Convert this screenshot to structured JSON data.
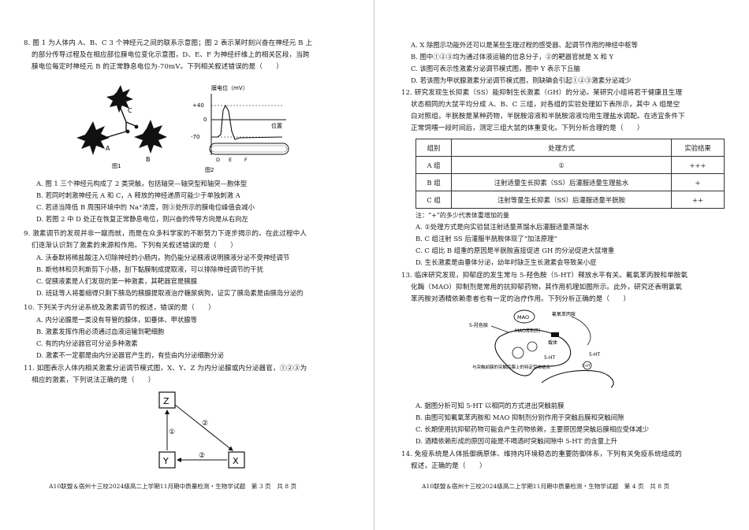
{
  "left": {
    "q8": {
      "stem": [
        "8. 图 1 为人体内 A、B、C 3 个神经元之间的联系示意图；图 2 表示某时刻兴奋在神经元 B 上",
        "的部分传导过程及在相应部位膜电位变化示意图，D、E、F 为神经纤维上的相关区段，当跨",
        "膜电位每定时神经元 B 的正常静息电位为-70mV。下列相关叙述错误的是（　　）"
      ],
      "fig1": {
        "labels": [
          "C",
          "A",
          "B"
        ],
        "caption": "图1"
      },
      "fig2": {
        "ylabel": "膜电位（mV）",
        "ticks": [
          "+40",
          "0",
          "-70"
        ],
        "pos_label": "位置",
        "regions": [
          "D",
          "E",
          "F"
        ],
        "caption": "图2"
      },
      "options": [
        "A. 图 1 三个神经元构成了 2 类突触，包括轴突—轴突型和轴突—胞体型",
        "B. 若同时刺激神经元 A 和 C，A 释放的神经递质可能少于单独刺激 A",
        "C. 若适当降低 B 周围环境中的 Na⁺浓度，则③处所示的膜电位峰值会减小",
        "D. 若图 2 中 D 处正在恢复正常静息电位，则兴奋的传导方向是从右向左"
      ]
    },
    "q9": {
      "stem": [
        "9. 激素调节的发现并非一蹴而就，而是在众多科学家的不断努力下逐步揭示的。在此过程中人",
        "们逐渐认识到了激素的来源和作用。下列有关叙述错误的是（　　）"
      ],
      "options": [
        "A. 沃泰默将稀盐酸注入切除神经的小肠内，狗仍能分泌胰液说明胰液分泌不受神经调节",
        "B. 斯他林和贝利斯剪下小肠，刮下黏膜制成提取液，可以排除神经调节的干扰",
        "C. 促胰液素是人们发现的第一种激素，其靶器官是胰腺",
        "D. 班廷等人将萎缩得只剩下胰岛的胰腺提取液治疗糖尿病狗，证实了胰岛素是由胰岛分泌的"
      ]
    },
    "q10": {
      "stem": [
        "10. 下列关于内分泌系统及激素调节的叙述，错误的是（　　）"
      ],
      "options": [
        "A. 内分泌腺是一类没有导管的腺体，如垂体、甲状腺等",
        "B. 激素发挥作用必须通过血液运输到靶细胞",
        "C. 有的内分泌器官可分泌多种激素",
        "D. 激素不一定都是由内分泌器官产生的，有些由内分泌细胞分泌"
      ]
    },
    "q11": {
      "stem": [
        "11. 如图表示人体内相关激素分泌调节模式图，X、Y、Z 为内分泌腺或内分泌器官，①②③为",
        "相应的激素，下列说法正确的是（　　）"
      ],
      "diagram": {
        "nodes": [
          "Z",
          "Y",
          "X"
        ],
        "arrows": [
          "①",
          "②",
          "②"
        ]
      }
    },
    "footer": "A10联盟＆宿州十三校2024级高二上学期11月期中质量检测・生物学试题　第 3 页　共 8 页"
  },
  "right": {
    "q11_options": [
      "A. X 除图示功能外还可以是某些生理过程的感受器、起调节作用的神经中枢等",
      "B. 图中①②③均为通过体液运输的信息分子，②的靶器官就是 X 和 Y",
      "C. 该图可表示性激素分泌调节模式图，图中 Y 表示下丘脑",
      "D. 若该图为甲状腺激素分泌调节模式图，则缺碘会引起①②③激素分泌减少"
    ],
    "q12": {
      "stem": [
        "12. 研究发现生长抑素（SS）能抑制生长激素（GH）的分泌。某研究小组将若干健康且生理",
        "状态相同的大鼠平均分成 A、B、C 三组，对各组的实验处理如下表所示，其中 A 组是空",
        "白对照组，半胱胺是某种药物，半胱胺溶液和半胱胺溶液均用生理盐水调配。在适宜条件下",
        "正常饲喂一段时间后，测定三组大鼠的体重变化。下列分析合理的是（　　）"
      ],
      "table": {
        "headers": [
          "组别",
          "处理方式",
          "实验结果"
        ],
        "rows": [
          [
            "A 组",
            "①",
            "+++"
          ],
          [
            "B 组",
            "注射适量生长抑素（SS）后灌服适量生理盐水",
            "+"
          ],
          [
            "C 组",
            "注射等量生长抑素（SS）后灌服适量半胱胺",
            "++"
          ]
        ]
      },
      "note": "注：“+”的多少代表体重增加的量",
      "options": [
        "A. ①处理方式是向实验鼠注射适量蒸馏水后灌服适量蒸馏水",
        "B. C 组注射 SS 后灌服半胱胺体现了“加法原理”",
        "C. C 组比 B 组重的原因是半胱胺直接促进 GH 的分泌促进大鼠增重",
        "D. 生长激素是由垂体分泌，幼年时缺乏生长激素会导致呆小症"
      ]
    },
    "q13": {
      "stem": [
        "13. 临床研究发现，抑郁症的发生常与 5-羟色胺（5-HT）释放水平有关。氟氧苯丙胺和单胺氧",
        "化酶（MAO）抑制剂是常用的抗抑郁药物，其作用机理如图所示。此外，研究还表明氯氧",
        "苯丙胺对酒精依赖患者也有一定的治疗作用。下列分析正确的是（　　）"
      ],
      "diagram": {
        "labels": [
          "MAO",
          "MAO抑制剂",
          "氟氧苯丙胺",
          "5-羟色胺",
          "载体",
          "5-HT",
          "5-HT",
          "与突触前膜的突触后膜上的特定受体结合",
          "5-HT"
        ]
      },
      "options": [
        "A. 据图分析可知 5-HT 以相同的方式进出突触前膜",
        "B. 由图可知氟氧苯丙胺和 MAO 抑制剂分别作用于突触后膜和突触间隙",
        "C. 长期使用抗抑郁药物可能会产生药物依赖，主要原因是突触后膜相应受体减少",
        "D. 酒精依赖形成的原因可能是不喝酒时突触间隙中 5-HT 的含量上升"
      ]
    },
    "q14": {
      "stem": [
        "14. 免疫系统是人体抵御病原体、维持内环境稳态的重要防御体系，下列有关免疫系统组成的",
        "叙述，正确的是（　　）"
      ]
    },
    "footer": "A10联盟＆宿州十三校2024级高二上学期11月期中质量检测・生物学试题　第 4 页　共 8 页"
  }
}
